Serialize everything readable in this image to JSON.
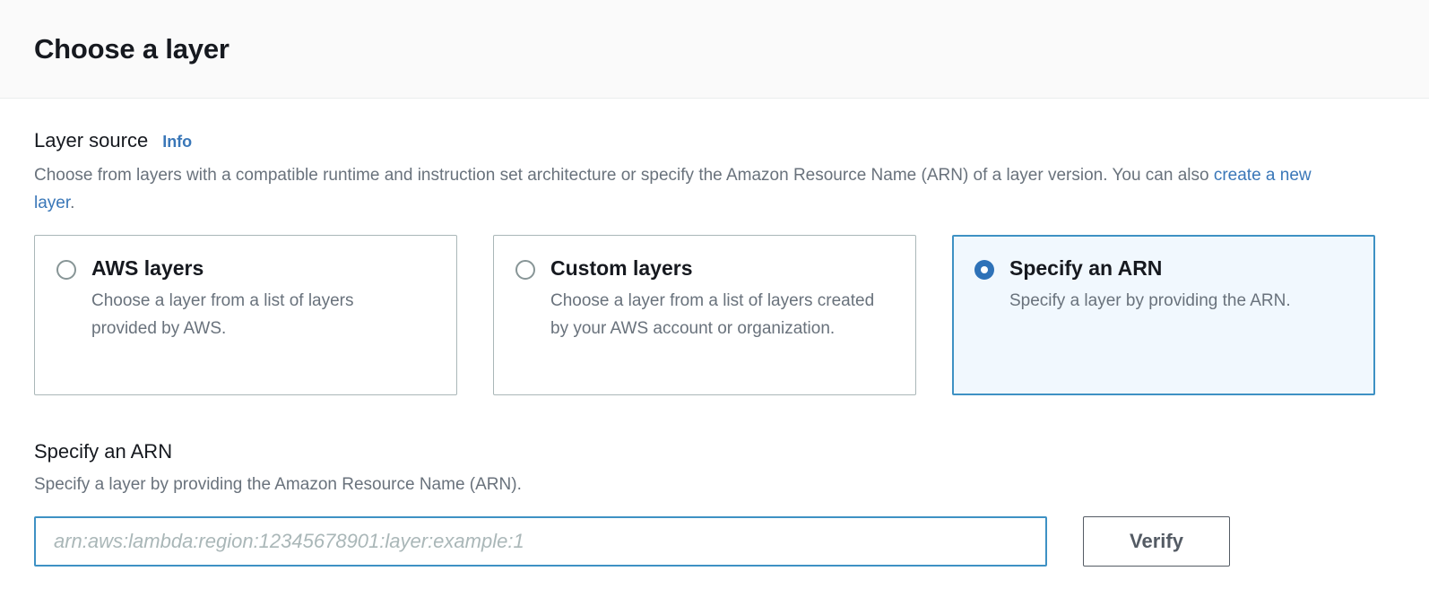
{
  "header": {
    "title": "Choose a layer"
  },
  "layer_source": {
    "label": "Layer source",
    "info_label": "Info",
    "description_before": "Choose from layers with a compatible runtime and instruction set architecture or specify the Amazon Resource Name (ARN) of a layer version. You can also ",
    "description_link": "create a new layer",
    "description_after": ".",
    "options": [
      {
        "title": "AWS layers",
        "description": "Choose a layer from a list of layers provided by AWS.",
        "selected": false
      },
      {
        "title": "Custom layers",
        "description": "Choose a layer from a list of layers created by your AWS account or organization.",
        "selected": false
      },
      {
        "title": "Specify an ARN",
        "description": "Specify a layer by providing the ARN.",
        "selected": true
      }
    ]
  },
  "arn_section": {
    "label": "Specify an ARN",
    "description": "Specify a layer by providing the Amazon Resource Name (ARN).",
    "input_value": "",
    "input_placeholder": "arn:aws:lambda:region:12345678901:layer:example:1",
    "verify_label": "Verify"
  },
  "colors": {
    "accent_blue": "#2e72b8",
    "link_blue": "#3a77b8",
    "selected_border": "#3e91c4",
    "selected_background": "#f1f8fe",
    "text_primary": "#16191f",
    "text_secondary": "#69727c",
    "border_gray": "#aab7b8",
    "button_border": "#545b64",
    "header_background": "#fafafa"
  }
}
